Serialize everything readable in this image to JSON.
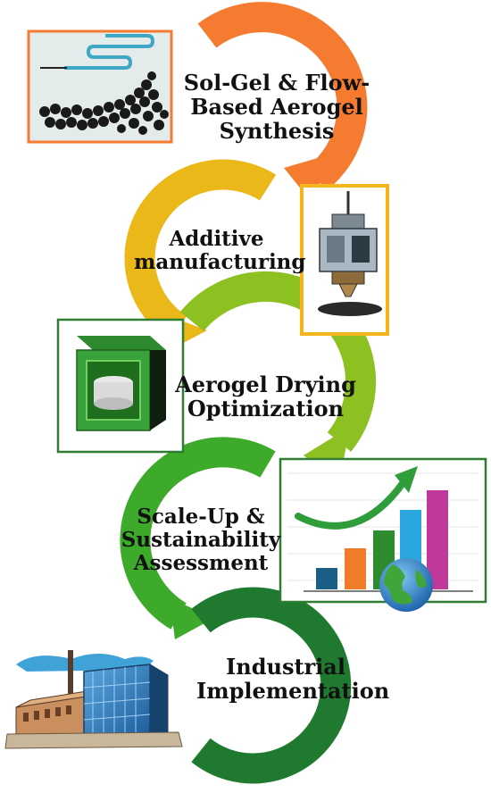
{
  "steps": [
    {
      "label": "Sol-Gel & Flow-\nBased Aerogel\nSynthesis",
      "color": "#F47B30"
    },
    {
      "label": "Additive\nmanufacturing",
      "color": "#EAB818"
    },
    {
      "label": "Aerogel Drying\nOptimization",
      "color": "#8DC021"
    },
    {
      "label": "Scale-Up &\nSustainability\nAssessment",
      "color": "#3EAA2B"
    },
    {
      "label": "Industrial\nImplementation",
      "color": "#1F7A30"
    }
  ],
  "icons": [
    {
      "name": "nanoparticle-micrograph-icon",
      "frame_color": "#F47B30"
    },
    {
      "name": "printer-nozzle-icon",
      "frame_color": "#F5B51C"
    },
    {
      "name": "drying-chamber-icon",
      "frame_color": "#2E7D32"
    },
    {
      "name": "growth-bar-chart-icon",
      "frame_color": "#2E7D32"
    },
    {
      "name": "factory-building-icon"
    }
  ],
  "bar_chart_colors": [
    "#1C5F86",
    "#F07B28",
    "#2E8B2E",
    "#2BA7DF",
    "#C0399A"
  ]
}
